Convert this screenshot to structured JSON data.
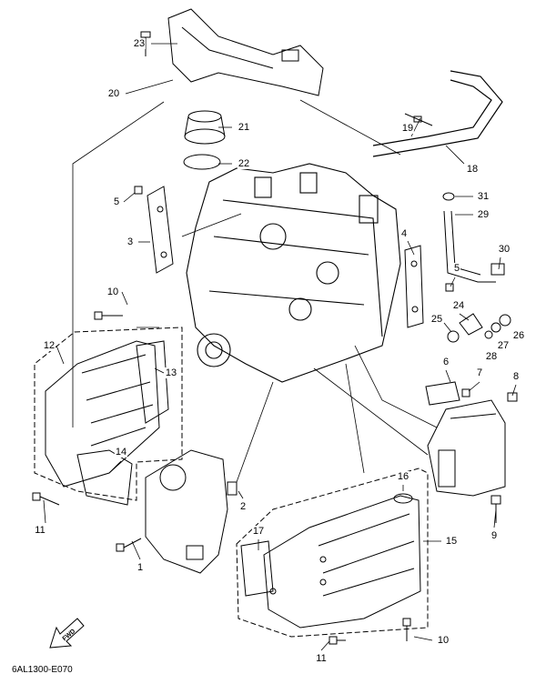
{
  "diagram": {
    "callouts": [
      "23",
      "20",
      "21",
      "22",
      "19",
      "18",
      "31",
      "29",
      "5",
      "3",
      "4",
      "5",
      "30",
      "24",
      "25",
      "26",
      "27",
      "28",
      "10",
      "12",
      "13",
      "6",
      "7",
      "8",
      "14",
      "16",
      "2",
      "11",
      "17",
      "15",
      "9",
      "1",
      "10",
      "11"
    ],
    "fwd_label": "FWD",
    "caption": "6AL1300-E070"
  },
  "colors": {
    "line": "#000000",
    "background": "#ffffff"
  }
}
